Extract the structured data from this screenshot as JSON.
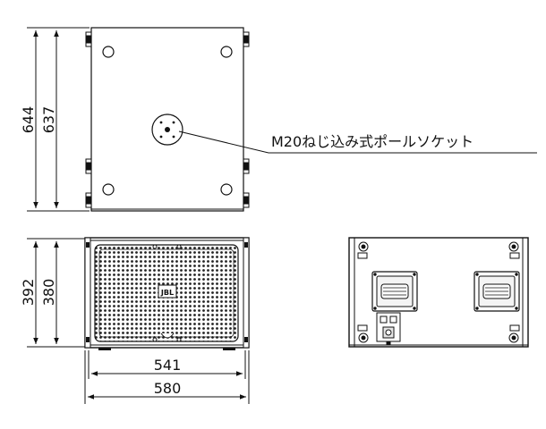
{
  "top_view": {
    "dimensions": {
      "outer_height": "644",
      "inner_height": "637"
    },
    "callout": "M20ねじ込み式ポールソケット"
  },
  "front_view": {
    "dimensions": {
      "outer_height": "392",
      "inner_height": "380",
      "inner_width": "541",
      "outer_width": "580"
    },
    "logo": "JBL"
  },
  "colors": {
    "line": "#111111",
    "grille": "#e4e4e4",
    "background": "#ffffff"
  }
}
